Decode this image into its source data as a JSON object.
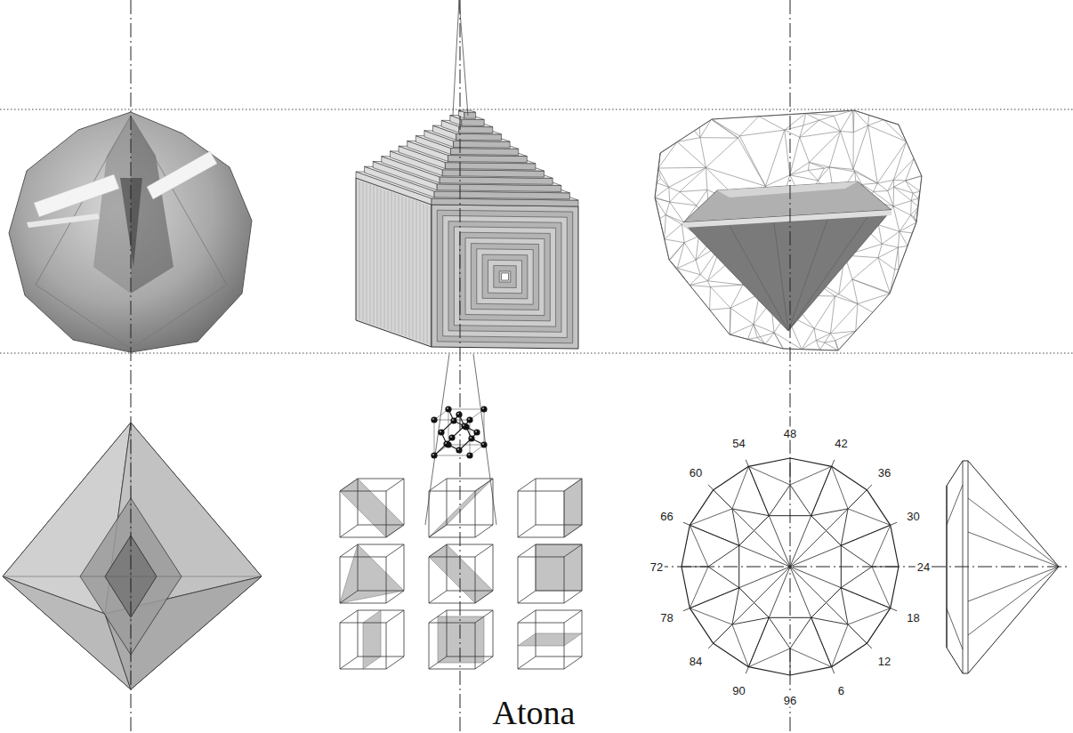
{
  "diagram": {
    "labels": [
      "48",
      "42",
      "36",
      "30",
      "24",
      "18",
      "12",
      "6",
      "96",
      "90",
      "84",
      "78",
      "72",
      "66",
      "60",
      "54",
      "Atona"
    ]
  }
}
